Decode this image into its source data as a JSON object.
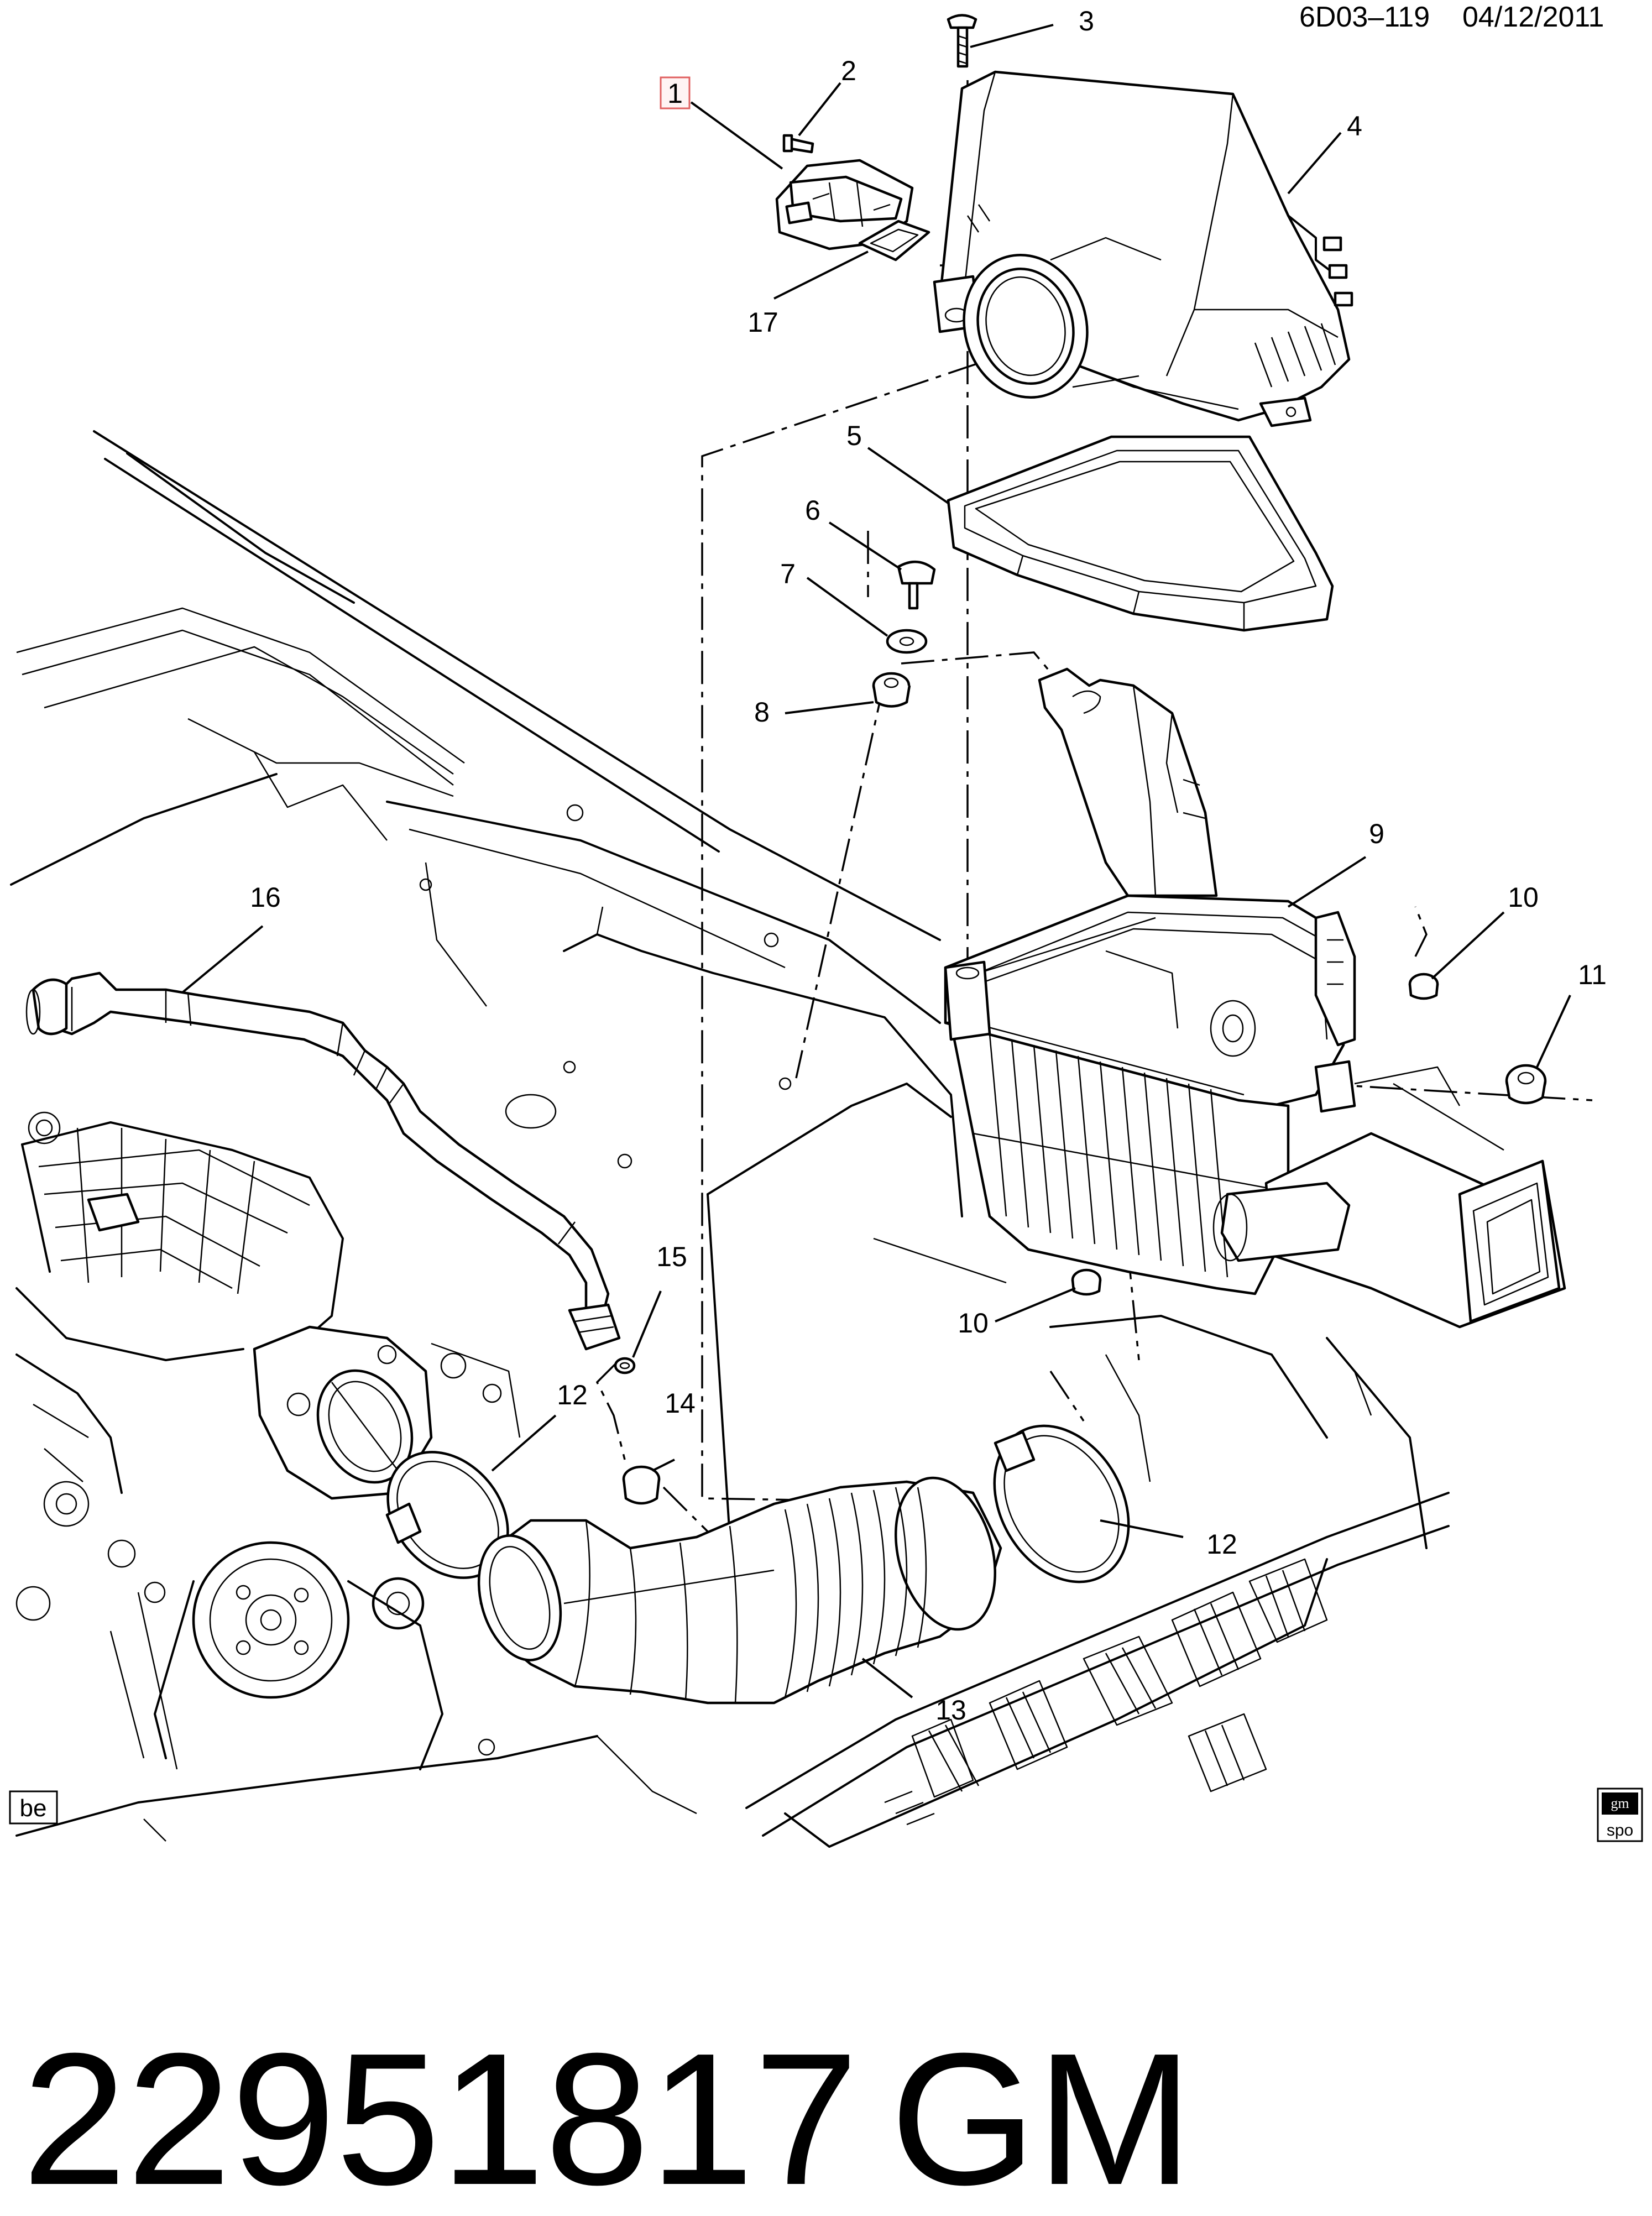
{
  "header": {
    "diagram_code": "6D03–119",
    "date": "04/12/2011"
  },
  "callouts": {
    "c1": "1",
    "c2": "2",
    "c3": "3",
    "c4": "4",
    "c5": "5",
    "c6": "6",
    "c7": "7",
    "c8": "8",
    "c9": "9",
    "c10a": "10",
    "c10b": "10",
    "c11": "11",
    "c12a": "12",
    "c12b": "12",
    "c13": "13",
    "c14": "14",
    "c15": "15",
    "c16": "16",
    "c17": "17"
  },
  "highlighted_callout": "1",
  "view_label": "be",
  "logo": {
    "line1": "gm",
    "line2": "spo"
  },
  "footer": {
    "part_number": "22951817",
    "brand": "GM"
  },
  "colors": {
    "line": "#000000",
    "background": "#ffffff",
    "highlight_box": "#e06060"
  }
}
